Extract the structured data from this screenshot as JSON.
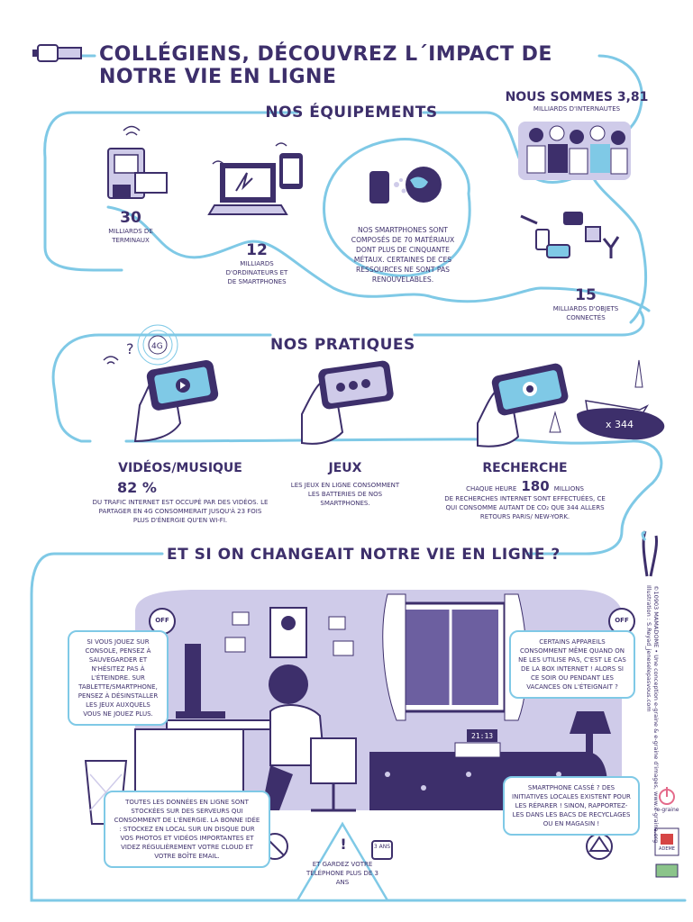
{
  "title": "Collégiens, découvrez l´impact de notre vie en ligne",
  "equipements": {
    "heading": "Nos équipements",
    "internautes_number": "Nous sommes 3,81",
    "internautes_label": "milliards d'internautes",
    "terminaux_number": "30",
    "terminaux_label": "milliards de terminaux",
    "ordinateurs_number": "12",
    "ordinateurs_label": "milliards d'ordinateurs et de smartphones",
    "materiaux_text": "Nos smartphones sont composés de 70 matériaux dont plus de cinquante métaux. Certaines de ces ressources ne sont pas renouvelables.",
    "objets_number": "15",
    "objets_label": "milliards d'objets connectés"
  },
  "pratiques": {
    "heading": "Nos pratiques",
    "network_label": "4G",
    "flights_count": "x 344",
    "videos_title": "Vidéos/musique",
    "videos_stat": "82 %",
    "videos_text": "du trafic internet est occupé par des vidéos. Le partager en 4G consommerait jusqu'à 23 fois plus d'énergie qu'en Wi-Fi.",
    "jeux_title": "Jeux",
    "jeux_text": "Les jeux en ligne consomment les batteries de nos smartphones.",
    "recherche_title": "Recherche",
    "recherche_prefix": "Chaque heure",
    "recherche_stat": "180",
    "recherche_suffix": "millions",
    "recherche_text": "de recherches internet sont effectuées, ce qui consomme autant de CO₂ que 344 allers retours Paris/ New-York."
  },
  "changer": {
    "heading": "Et si on changeait notre vie en ligne ?",
    "off_label": "OFF",
    "console_text": "Si vous jouez sur console, pensez à sauvegarder et n'hésitez pas à l'éteindre. Sur tablette/smartphone, pensez à désinstaller les jeux auxquels vous ne jouez plus.",
    "appareils_text": "Certains appareils consomment même quand on ne les utilise pas, c'est le cas de la box internet ! Alors si ce soir ou pendant les vacances on l'éteignait ?",
    "donnees_text": "Toutes les données en ligne sont stockées sur des serveurs qui consomment de l'énergie. La bonne idée : stockez en local sur un disque dur vos photos et vidéos importantes et videz régulièrement votre cloud et votre boîte email.",
    "smartphone_text": "Smartphone cassé ? Des initiatives locales existent pour les réparer ! Sinon, rapportez-les dans les bacs de recyclages ou en magasin !",
    "telephone_text": "Et gardez votre téléphone plus de 3 ans",
    "telephone_badge": "3 ans",
    "clock_text": "21:13"
  },
  "credits": {
    "line1": "©10903 MAMADOME • Une conception e-graine & e-graine d'images, www.e-graine.org",
    "line2": "Illustration : S.Reyad_jeneselepasvous.com"
  },
  "logos": {
    "egraine": "e-graine",
    "ademe": "ADEME"
  },
  "colors": {
    "ink": "#3d2f6b",
    "line": "#7fc9e6",
    "room": "#cfcbe9",
    "accent": "#ffffff"
  }
}
